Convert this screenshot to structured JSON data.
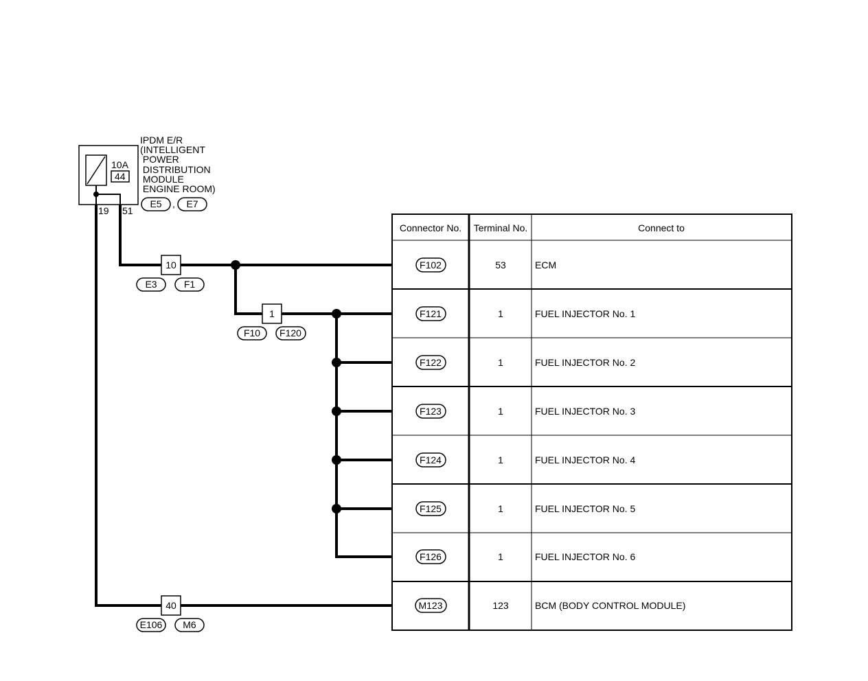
{
  "ipdm": {
    "name_lines": [
      "IPDM E/R",
      "(INTELLIGENT",
      " POWER",
      " DISTRIBUTION",
      " MODULE",
      " ENGINE ROOM)"
    ],
    "fuse_rating": "10A",
    "fuse_number": "44",
    "pin_left": "19",
    "pin_right": "51",
    "connectors": [
      "E5",
      "E7"
    ],
    "connector_separator": ","
  },
  "splices": {
    "upper_joint": {
      "number": "10",
      "connectors": [
        "E3",
        "F1"
      ]
    },
    "injector_joint": {
      "number": "1",
      "connectors": [
        "F10",
        "F120"
      ]
    },
    "lower_joint": {
      "number": "40",
      "connectors": [
        "E106",
        "M6"
      ]
    }
  },
  "table": {
    "headers": [
      "Connector No.",
      "Terminal No.",
      "Connect to"
    ],
    "rows": [
      {
        "connector": "F102",
        "terminal": "53",
        "connect_to": "ECM"
      },
      {
        "connector": "F121",
        "terminal": "1",
        "connect_to": "FUEL INJECTOR No. 1"
      },
      {
        "connector": "F122",
        "terminal": "1",
        "connect_to": "FUEL INJECTOR No. 2"
      },
      {
        "connector": "F123",
        "terminal": "1",
        "connect_to": "FUEL INJECTOR No. 3"
      },
      {
        "connector": "F124",
        "terminal": "1",
        "connect_to": "FUEL INJECTOR No. 4"
      },
      {
        "connector": "F125",
        "terminal": "1",
        "connect_to": "FUEL INJECTOR No. 5"
      },
      {
        "connector": "F126",
        "terminal": "1",
        "connect_to": "FUEL INJECTOR No. 6"
      },
      {
        "connector": "M123",
        "terminal": "123",
        "connect_to": "BCM (BODY CONTROL MODULE)"
      }
    ]
  }
}
